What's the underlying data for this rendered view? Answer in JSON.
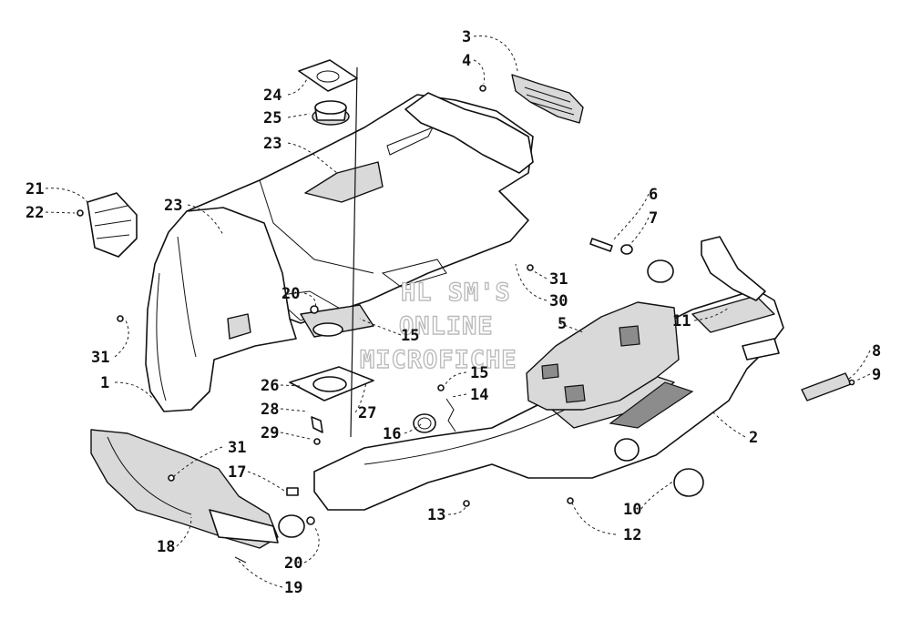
{
  "watermark": [
    "HL SM'S",
    "ONLINE",
    "MICROFICHE"
  ],
  "callouts": [
    "3",
    "4",
    "24",
    "25",
    "23",
    "21",
    "22",
    "23",
    "6",
    "7",
    "31",
    "20",
    "15",
    "30",
    "5",
    "11",
    "31",
    "1",
    "15",
    "14",
    "26",
    "28",
    "27",
    "29",
    "16",
    "8",
    "9",
    "2",
    "31",
    "17",
    "18",
    "20",
    "19",
    "13",
    "10",
    "12"
  ],
  "colors": {
    "line": "#111111",
    "shade": "#d9d9d9",
    "dark": "#8c8c8c",
    "watermark_outline": "#bbbbbb"
  }
}
